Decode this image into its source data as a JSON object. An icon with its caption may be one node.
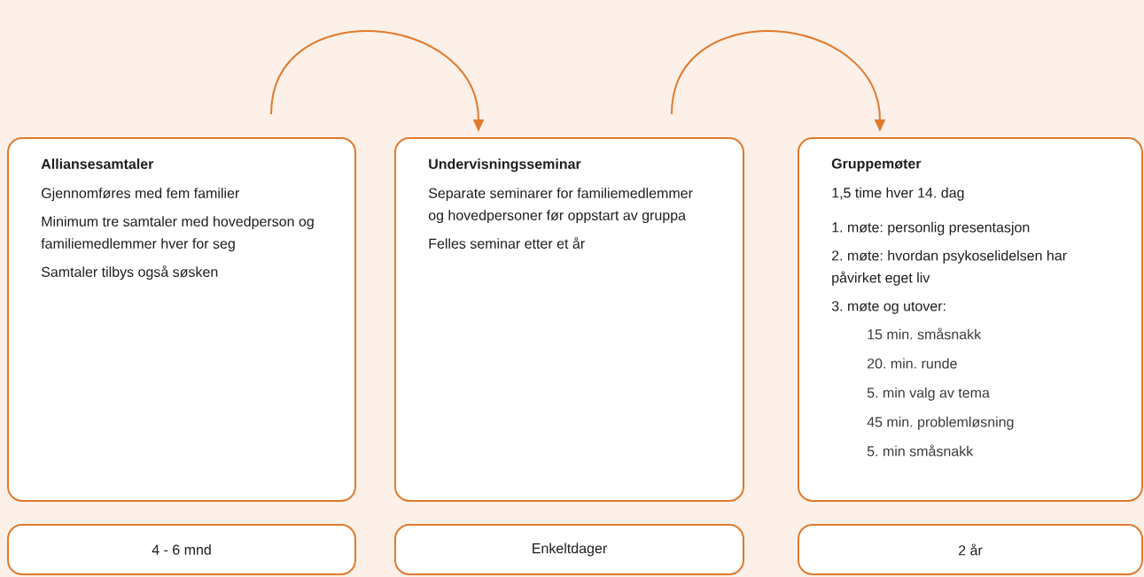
{
  "diagram": {
    "nodes": [
      {
        "text": [
          "Alliansesamtaler",
          "Gjennomføres med fem familier",
          "Minimum tre samtaler med hovedperson og familiemedlemmer hver for seg",
          "Samtaler tilbys også søsken"
        ]
      },
      {
        "text": [
          "Undervisningsseminar",
          "Separate seminarer for familiemedlemmer og hovedpersoner før oppstart av gruppa",
          "Felles seminar etter et år"
        ]
      },
      {
        "text": [
          "Gruppemøter",
          "1,5 time hver 14. dag",
          "1. møte: personlig presentasjon",
          "2. møte: hvordan psykoselidelsen har påvirket eget liv",
          "3. møte og utover:",
          "15 min. småsnakk",
          "20. min. runde",
          "5. min valg av tema",
          "45 min. problemløsning",
          "5. min småsnakk"
        ]
      },
      {
        "text": [
          "4 - 6 mnd"
        ]
      },
      {
        "text": [
          "Enkeltdager"
        ]
      },
      {
        "text": [
          "2 år"
        ]
      }
    ],
    "edges": [
      {
        "from": 0,
        "to": 1,
        "arrow": "to"
      },
      {
        "from": 1,
        "to": 2,
        "arrow": "to"
      }
    ]
  }
}
